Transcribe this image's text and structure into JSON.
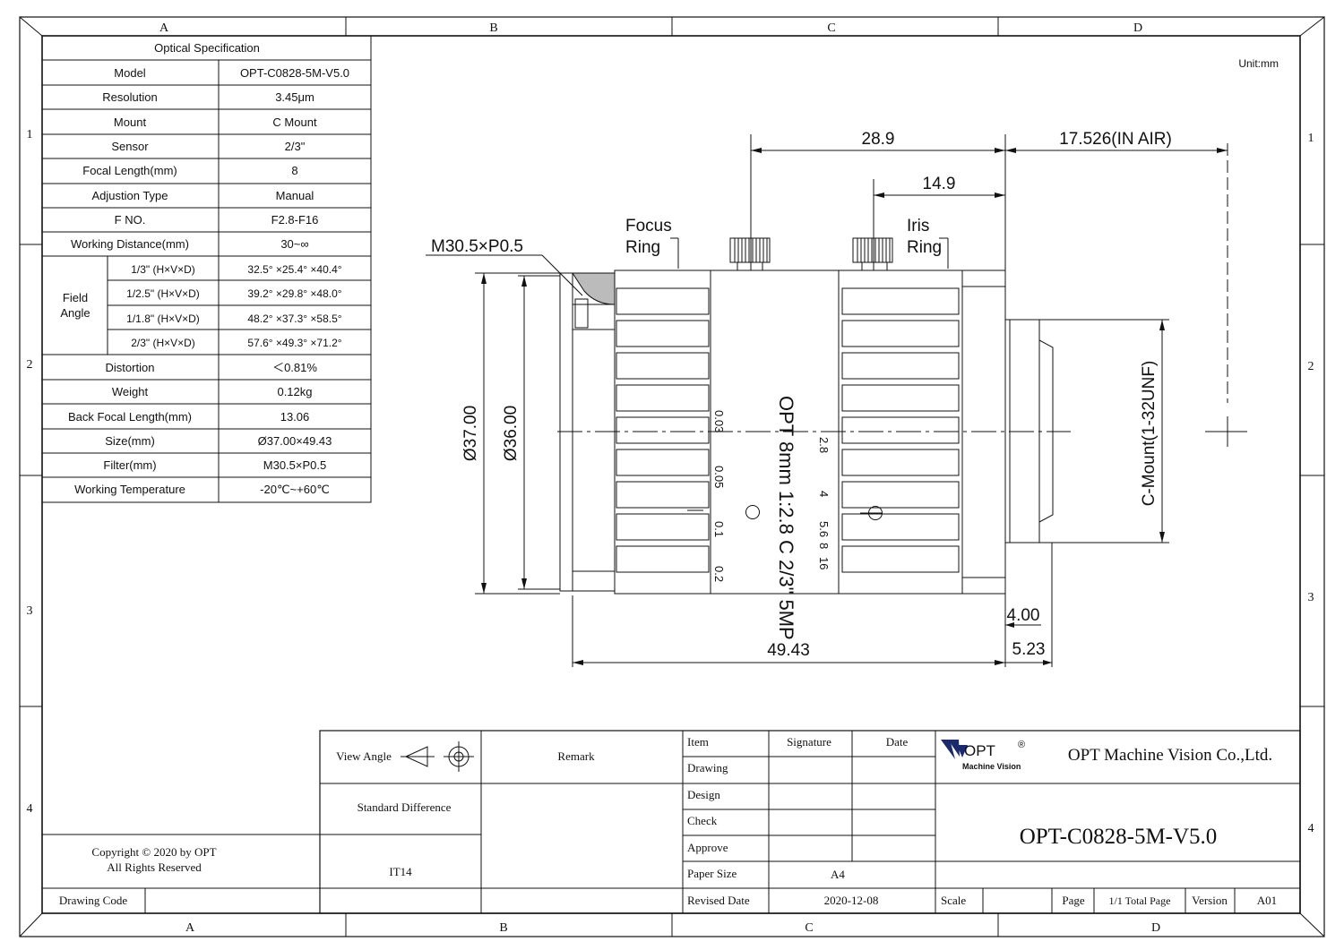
{
  "zones": {
    "columns": [
      "A",
      "B",
      "C",
      "D"
    ],
    "rows": [
      "1",
      "2",
      "3",
      "4"
    ]
  },
  "unit_label": "Unit:mm",
  "spec": {
    "header": "Optical Specification",
    "rows": [
      {
        "label": "Model",
        "value": "OPT-C0828-5M-V5.0"
      },
      {
        "label": "Resolution",
        "value": "3.45μm"
      },
      {
        "label": "Mount",
        "value": "C Mount"
      },
      {
        "label": "Sensor",
        "value": "2/3\""
      },
      {
        "label": "Focal Length(mm)",
        "value": "8"
      },
      {
        "label": "Adjustion Type",
        "value": "Manual"
      },
      {
        "label": "F NO.",
        "value": "F2.8-F16"
      },
      {
        "label": "Working Distance(mm)",
        "value": "30~∞"
      }
    ],
    "field_angle": {
      "label_line1": "Field",
      "label_line2": "Angle",
      "rows": [
        {
          "sensor": "1/3\"  (H×V×D)",
          "value": "32.5°  ×25.4°  ×40.4°"
        },
        {
          "sensor": "1/2.5\" (H×V×D)",
          "value": "39.2°  ×29.8°  ×48.0°"
        },
        {
          "sensor": "1/1.8\"  (H×V×D)",
          "value": "48.2°  ×37.3°  ×58.5°"
        },
        {
          "sensor": "2/3\"  (H×V×D)",
          "value": "57.6°  ×49.3°  ×71.2°"
        }
      ]
    },
    "rows2": [
      {
        "label": "Distortion",
        "value": "＜0.81%"
      },
      {
        "label": "Weight",
        "value": "0.12kg"
      },
      {
        "label": "Back Focal Length(mm)",
        "value": "13.06"
      },
      {
        "label": "Size(mm)",
        "value": "Ø37.00×49.43"
      },
      {
        "label": "Filter(mm)",
        "value": "M30.5×P0.5"
      },
      {
        "label": "Working Temperature",
        "value": "-20℃~+60℃"
      }
    ]
  },
  "drawing": {
    "dims": {
      "d289": "28.9",
      "d17526": "17.526(IN AIR)",
      "d149": "14.9",
      "d3700": "Ø37.00",
      "d3600": "Ø36.00",
      "d4943": "49.43",
      "d400": "4.00",
      "d523": "5.23",
      "cmount": "C-Mount(1-32UNF)"
    },
    "labels": {
      "thread": "M30.5×P0.5",
      "focus1": "Focus",
      "focus2": "Ring",
      "iris1": "Iris",
      "iris2": "Ring"
    },
    "lens_marks": {
      "name": "OPT 8mm 1:2.8 C 2/3\" 5MP",
      "dist": [
        "0.03",
        "0.05",
        "0.1",
        "0.2"
      ],
      "fstop": [
        "2.8",
        "4",
        "5.6",
        "8",
        "16"
      ]
    }
  },
  "title_block": {
    "view_angle": "View Angle",
    "remark": "Remark",
    "standard_difference": "Standard Difference",
    "it": "IT14",
    "copyright1": "Copyright © 2020 by OPT",
    "copyright2": "All Rights Reserved",
    "drawing_code": "Drawing Code",
    "item": "Item",
    "signature": "Signature",
    "date": "Date",
    "drawing": "Drawing",
    "design": "Design",
    "check": "Check",
    "approve": "Approve",
    "paper_size": "Paper Size",
    "paper_size_value": "A4",
    "revised_date": "Revised Date",
    "revised_date_value": "2020-12-08",
    "logo_text": "OPT",
    "logo_sub": "Machine Vision",
    "company": "OPT Machine Vision Co.,Ltd.",
    "part_number": "OPT-C0828-5M-V5.0",
    "scale": "Scale",
    "page": "Page",
    "page_value": "1/1 Total Page",
    "version": "Version",
    "version_value": "A01"
  }
}
